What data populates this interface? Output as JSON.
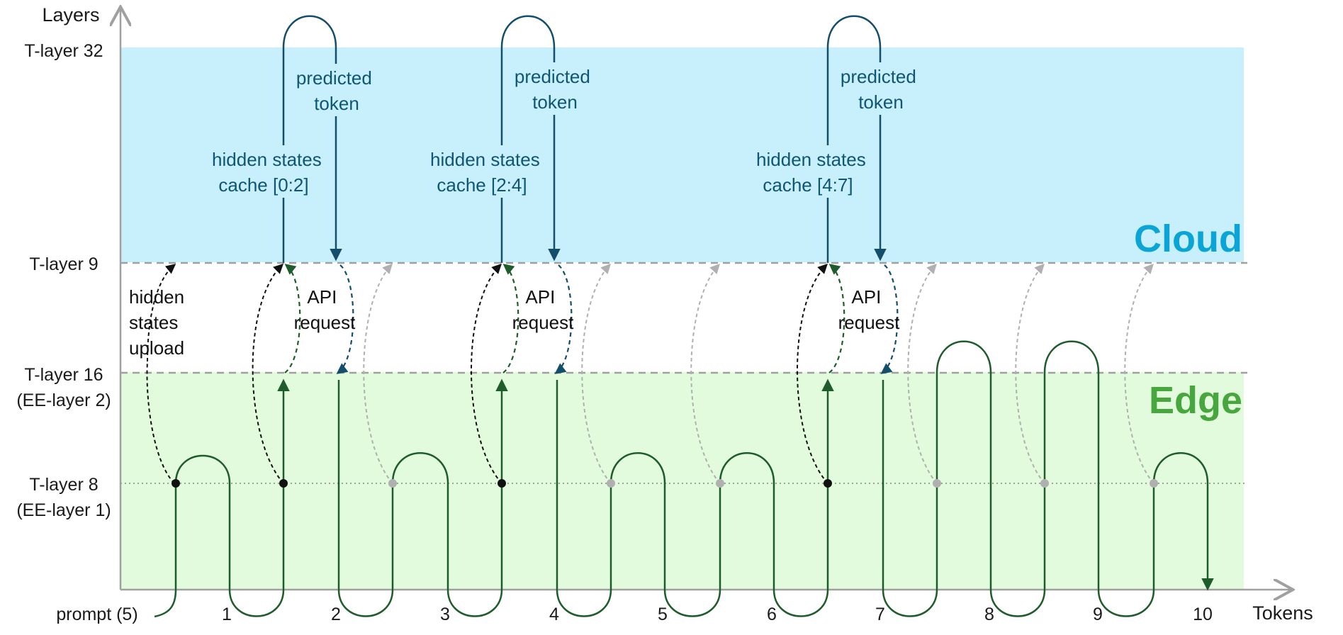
{
  "axes": {
    "y_title": "Layers",
    "x_title": "Tokens"
  },
  "layers": [
    {
      "id": "t32",
      "lines": [
        "T-layer 32"
      ]
    },
    {
      "id": "t9",
      "lines": [
        "T-layer 9"
      ]
    },
    {
      "id": "t16",
      "lines": [
        "T-layer 16",
        "(EE-layer 2)"
      ]
    },
    {
      "id": "t8",
      "lines": [
        "T-layer 8",
        "(EE-layer 1)"
      ]
    }
  ],
  "regions": {
    "cloud": {
      "title": "Cloud",
      "fill": "#c8effc",
      "title_color": "#0aa4d6"
    },
    "edge": {
      "title": "Edge",
      "fill": "#e2fbdc",
      "title_color": "#47a63e"
    }
  },
  "tokens": [
    "prompt (5)",
    "1",
    "2",
    "3",
    "4",
    "5",
    "6",
    "7",
    "8",
    "9",
    "10"
  ],
  "annotations": {
    "upload": [
      "hidden",
      "states",
      "upload"
    ],
    "api_request": [
      "API",
      "request"
    ],
    "predicted_token": [
      "predicted",
      "token"
    ],
    "hidden_states_caches": [
      [
        "hidden states",
        "cache [0:2]"
      ],
      [
        "hidden states",
        "cache [2:4]"
      ],
      [
        "hidden states",
        "cache [4:7]"
      ]
    ]
  },
  "colors": {
    "edge_path": "#1f5c2b",
    "cloud_path": "#134e6a",
    "upload_arrow": "#111111",
    "idle_arrow": "#b0b0b0",
    "guide_line": "#a0a0a0"
  },
  "cloud_round_trips": [
    {
      "upload_from_tokens": [
        0,
        1
      ],
      "cache_index": 0
    },
    {
      "upload_from_tokens": [
        3
      ],
      "cache_index": 1
    },
    {
      "upload_from_tokens": [
        6
      ],
      "cache_index": 2
    }
  ],
  "idle_exit_tokens": [
    2,
    4,
    5,
    7,
    8,
    9
  ]
}
